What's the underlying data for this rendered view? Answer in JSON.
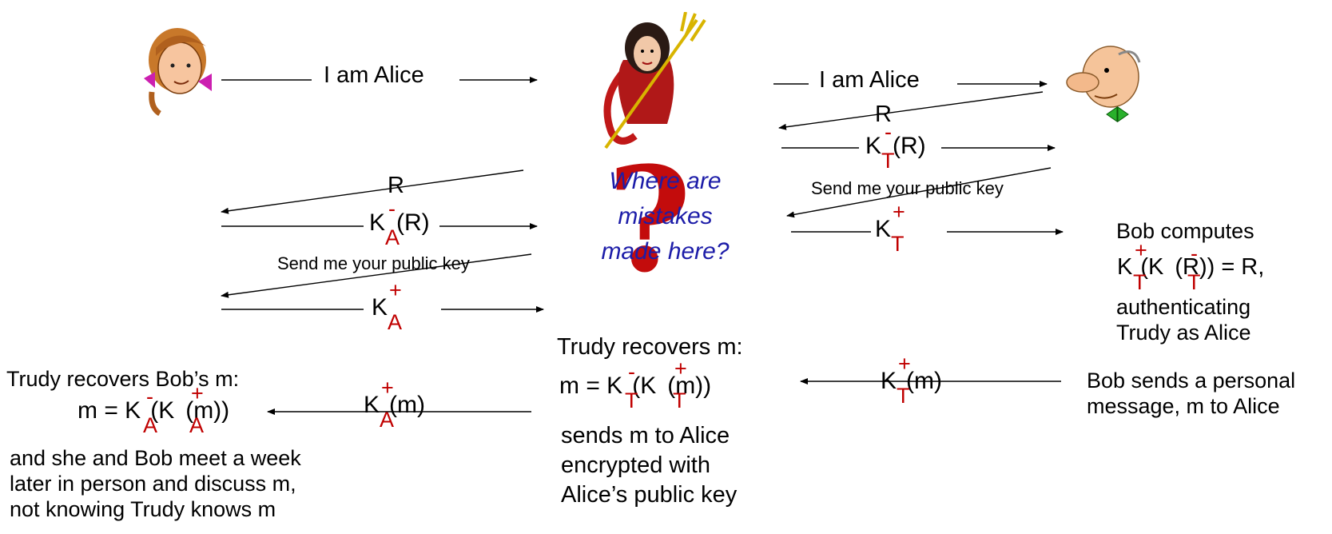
{
  "left_flow": {
    "msg_i_am_alice": "I am Alice",
    "nonce": "R",
    "key_base": "K",
    "minus": "-",
    "plus": "+",
    "sub_A": "A",
    "sub_T": "T",
    "of_R": "(R)",
    "send_key": "Send me your public key",
    "of_m": "(m)"
  },
  "right_flow": {
    "msg_i_am_alice": "I am Alice",
    "nonce": "R",
    "of_R": "(R)",
    "send_key": "Send me your public key"
  },
  "question": {
    "line1": "Where are",
    "line2": "mistakes",
    "line3": "made here?",
    "mark": "?"
  },
  "bob_computes": {
    "line1": "Bob computes",
    "expr_prefix": "K",
    "expr_mid": "(K",
    "expr_end": "(R)) =  R,",
    "line3": "authenticating",
    "line4": "Trudy as Alice"
  },
  "bob_sends": {
    "line1": "Bob sends a personal",
    "line2": "message, m to Alice"
  },
  "trudy_middle": {
    "line1": "Trudy recovers m:",
    "expr_lhs": "m = K",
    "expr_mid": "(K",
    "expr_end": "(m))",
    "line3": "sends m to Alice",
    "line4": "encrypted with",
    "line5": "Alice’s public key"
  },
  "trudy_left": {
    "line1": "Trudy recovers Bob’s m:",
    "expr_lhs": "m = K",
    "expr_mid": "(K",
    "expr_end": "(m))",
    "line3": "and she and Bob meet a week",
    "line4": "later in person and discuss m,",
    "line5": "not knowing Trudy knows m"
  },
  "colors": {
    "accent_red": "#c00000",
    "question_blue": "#1c1ca8"
  },
  "icons": [
    "alice-icon",
    "trudy-icon",
    "bob-icon",
    "question-mark-icon"
  ]
}
